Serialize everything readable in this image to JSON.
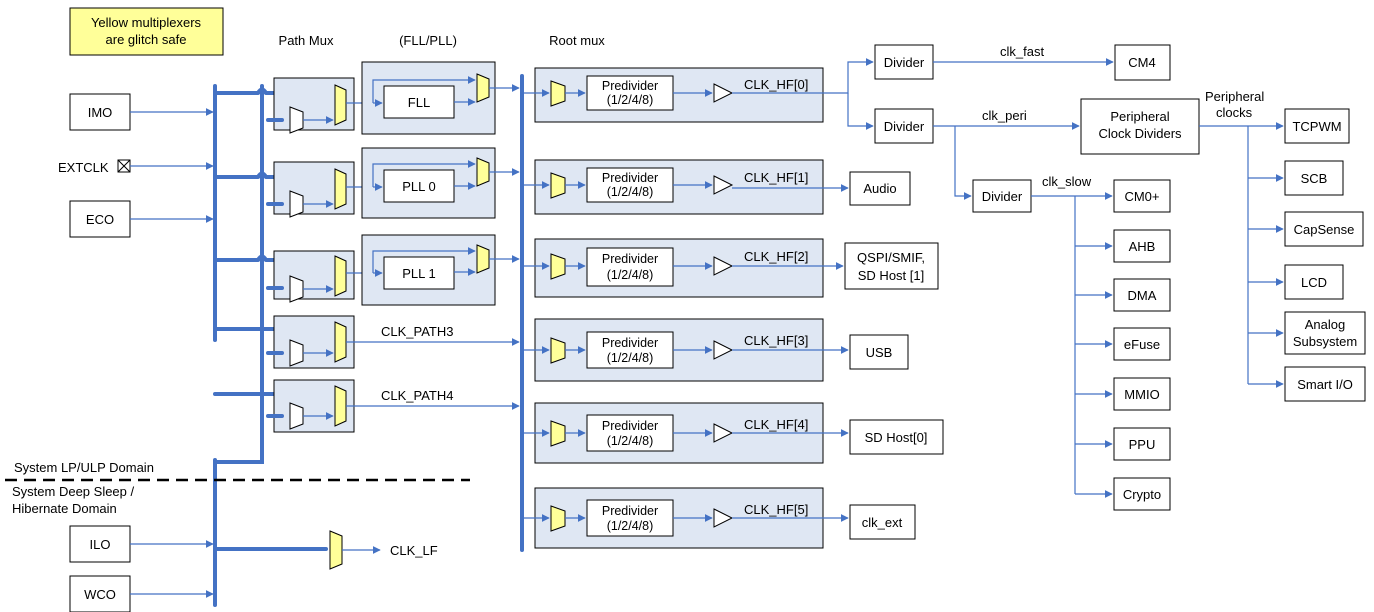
{
  "note": {
    "line1": "Yellow multiplexers",
    "line2": "are glitch safe"
  },
  "headers": {
    "path_mux": "Path Mux",
    "fll_pll": "(FLL/PLL)",
    "root_mux": "Root mux"
  },
  "sources": {
    "imo": "IMO",
    "extclk": "EXTCLK",
    "eco": "ECO",
    "ilo": "ILO",
    "wco": "WCO"
  },
  "pll_blocks": [
    "FLL",
    "PLL 0",
    "PLL 1"
  ],
  "paths": [
    "CLK_PATH3",
    "CLK_PATH4"
  ],
  "predivider": {
    "line1": "Predivider",
    "line2": "(1/2/4/8)"
  },
  "hf_clocks": [
    "CLK_HF[0]",
    "CLK_HF[1]",
    "CLK_HF[2]",
    "CLK_HF[3]",
    "CLK_HF[4]",
    "CLK_HF[5]"
  ],
  "hf_outputs": {
    "audio": "Audio",
    "qspi_line1": "QSPI/SMIF,",
    "qspi_line2": "SD Host [1]",
    "usb": "USB",
    "sdhost0": "SD Host[0]",
    "clk_ext": "clk_ext"
  },
  "clk_lf": "CLK_LF",
  "domains": {
    "lp": "System LP/ULP Domain",
    "ds_line1": "System Deep Sleep /",
    "ds_line2": "Hibernate Domain"
  },
  "dividers": {
    "label": "Divider",
    "clk_fast": "clk_fast",
    "clk_peri": "clk_peri",
    "clk_slow": "clk_slow"
  },
  "cm4": "CM4",
  "peripheral_dividers": {
    "line1": "Peripheral",
    "line2": "Clock Dividers"
  },
  "peripheral_clocks": {
    "line1": "Peripheral",
    "line2": "clocks"
  },
  "slow_targets": [
    "CM0+",
    "AHB",
    "DMA",
    "eFuse",
    "MMIO",
    "PPU",
    "Crypto"
  ],
  "peri_targets": [
    "TCPWM",
    "SCB",
    "CapSense",
    "LCD",
    "Smart I/O"
  ],
  "analog": {
    "line1": "Analog",
    "line2": "Subsystem"
  }
}
